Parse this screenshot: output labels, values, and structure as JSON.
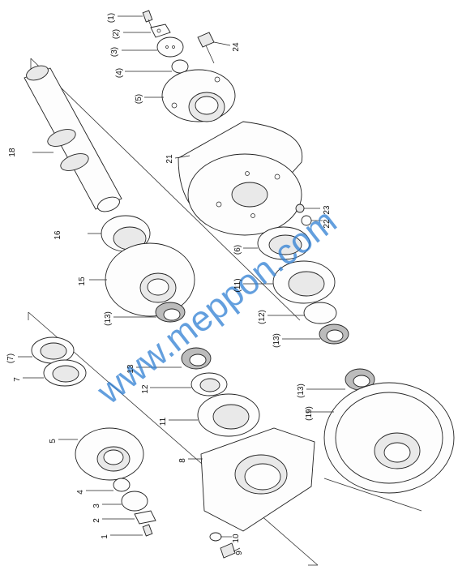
{
  "watermark": "www.meppon.com",
  "callouts": [
    {
      "id": "c-1p",
      "text": "(1)"
    },
    {
      "id": "c-2p",
      "text": "(2)"
    },
    {
      "id": "c-3p",
      "text": "(3)"
    },
    {
      "id": "c-4p",
      "text": "(4)"
    },
    {
      "id": "c-5p",
      "text": "(5)"
    },
    {
      "id": "c-24",
      "text": "24"
    },
    {
      "id": "c-21",
      "text": "21"
    },
    {
      "id": "c-18",
      "text": "18"
    },
    {
      "id": "c-16",
      "text": "16"
    },
    {
      "id": "c-15",
      "text": "15"
    },
    {
      "id": "c-13p-a",
      "text": "(13)"
    },
    {
      "id": "c-23",
      "text": "23"
    },
    {
      "id": "c-22",
      "text": "22"
    },
    {
      "id": "c-6p",
      "text": "(6)"
    },
    {
      "id": "c-11p",
      "text": "(11)"
    },
    {
      "id": "c-12p",
      "text": "(12)"
    },
    {
      "id": "c-13p-b",
      "text": "(13)"
    },
    {
      "id": "c-7p",
      "text": "(7)"
    },
    {
      "id": "c-7",
      "text": "7"
    },
    {
      "id": "c-13",
      "text": "13"
    },
    {
      "id": "c-12",
      "text": "12"
    },
    {
      "id": "c-11",
      "text": "11"
    },
    {
      "id": "c-13p-c",
      "text": "(13)"
    },
    {
      "id": "c-19p",
      "text": "(19)"
    },
    {
      "id": "c-5",
      "text": "5"
    },
    {
      "id": "c-8",
      "text": "8"
    },
    {
      "id": "c-4",
      "text": "4"
    },
    {
      "id": "c-3",
      "text": "3"
    },
    {
      "id": "c-2",
      "text": "2"
    },
    {
      "id": "c-1",
      "text": "1"
    },
    {
      "id": "c-10",
      "text": "10"
    },
    {
      "id": "c-9",
      "text": "9"
    }
  ]
}
